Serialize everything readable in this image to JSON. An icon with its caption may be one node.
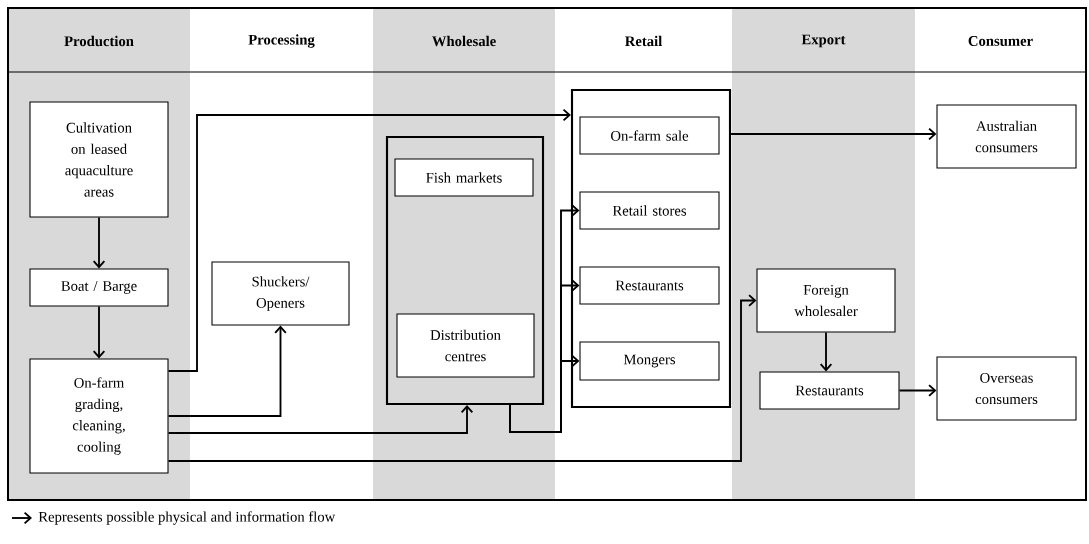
{
  "diagram": {
    "nodes": [
      {
        "text": [
          "Cultivation on leased aquaculture areas"
        ]
      },
      {
        "text": [
          "Boat / Barge"
        ]
      },
      {
        "text": [
          "On-farm grading, cleaning, cooling"
        ]
      },
      {
        "text": [
          "Shuckers/ Openers"
        ]
      },
      {
        "text": [],
        "shape": "box"
      },
      {
        "text": [
          "Fish markets"
        ],
        "in": 4
      },
      {
        "text": [
          "Distribution centres"
        ],
        "in": 4
      },
      {
        "text": [],
        "shape": "box"
      },
      {
        "text": [
          "On-farm  sale"
        ],
        "in": 7
      },
      {
        "text": [
          "Retail stores"
        ],
        "in": 7
      },
      {
        "text": [
          "Restaurants"
        ],
        "in": 7
      },
      {
        "text": [
          "Mongers"
        ],
        "in": 7
      },
      {
        "text": [
          "Australian consumers"
        ]
      },
      {
        "text": [
          "Foreign wholesaler"
        ]
      },
      {
        "text": [
          "Restaurants"
        ]
      },
      {
        "text": [
          "Overseas consumers"
        ]
      }
    ],
    "edges": [
      {
        "from": 0,
        "to": 1,
        "arrow": "to"
      },
      {
        "from": 1,
        "to": 2,
        "arrow": "to"
      },
      {
        "from": 2,
        "to": 7,
        "arrow": "to"
      },
      {
        "from": 2,
        "to": 3,
        "arrow": "to"
      },
      {
        "from": 2,
        "to": 4,
        "arrow": "to"
      },
      {
        "from": 4,
        "to": 9,
        "arrow": "to"
      },
      {
        "from": 4,
        "to": 10,
        "arrow": "to"
      },
      {
        "from": 4,
        "to": 11,
        "arrow": "to"
      },
      {
        "from": 2,
        "to": 13,
        "arrow": "to"
      },
      {
        "from": 7,
        "to": 12,
        "arrow": "to"
      },
      {
        "from": 13,
        "to": 14,
        "arrow": "to"
      },
      {
        "from": 14,
        "to": 15,
        "arrow": "to"
      }
    ],
    "labels": [
      "Production",
      "Processing",
      "Wholesale",
      "Retail",
      "Export",
      "Consumer"
    ],
    "legend": [
      {
        "text": "Represents possible physical and information flow"
      }
    ]
  }
}
